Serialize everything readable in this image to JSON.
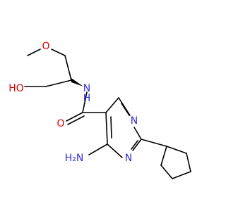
{
  "molecule": {
    "labels": {
      "methoxy_o": "O",
      "hydroxyl": "HO",
      "amide_nh": "N",
      "amide_h": "H",
      "carbonyl_o": "O",
      "ring_n_top": "N",
      "ring_n_bottom": "N",
      "amino": "H₂N"
    },
    "colors": {
      "carbon_bond": "#000000",
      "oxygen": "#e00000",
      "nitrogen": "#2f2fd8",
      "background": "#ffffff"
    }
  }
}
